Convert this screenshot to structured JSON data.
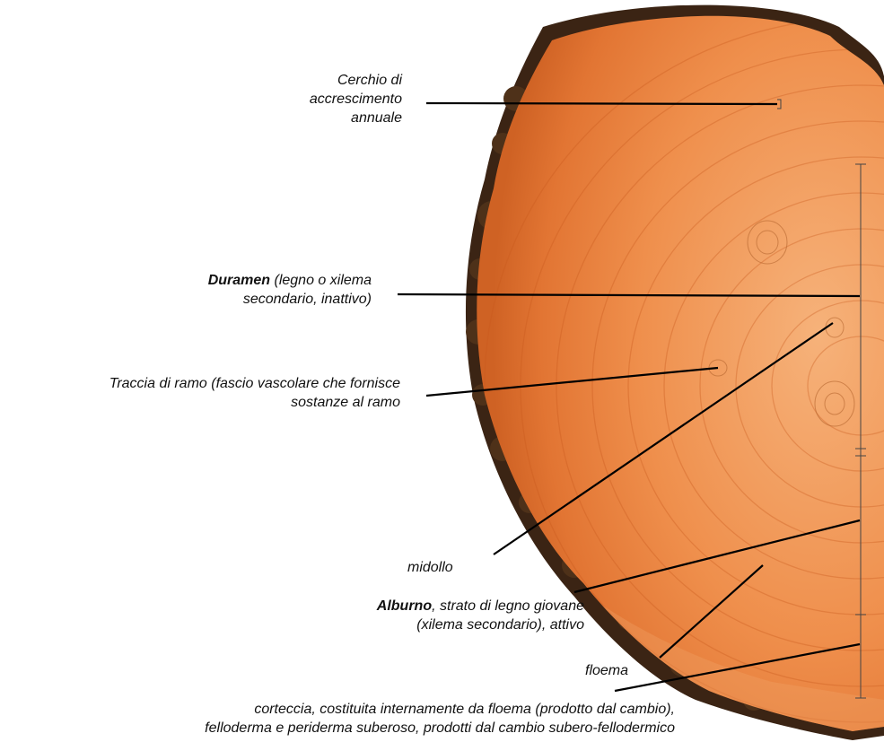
{
  "labels": {
    "cerchio": [
      "Cerchio di",
      "accrescimento",
      "annuale"
    ],
    "duramen": {
      "bold": "Duramen",
      "rest": " (legno o xilema",
      "line2": "secondario, inattivo)"
    },
    "traccia": [
      "Traccia di ramo (fascio vascolare che fornisce",
      "sostanze al ramo"
    ],
    "midollo": "midollo",
    "alburno": {
      "bold": "Alburno",
      "rest": ", strato di legno giovane",
      "line2": "(xilema secondario), attivo"
    },
    "floema": "floema",
    "corteccia": [
      "corteccia, costituita internamente da floema (prodotto dal cambio),",
      "felloderma e periderma suberoso, prodotti dal cambio subero-fellodermico"
    ]
  },
  "colors": {
    "wood_light": "#f4a463",
    "wood_mid": "#e9803f",
    "wood_dark": "#c95a1c",
    "bark": "#3b2414",
    "leader": "#000000"
  }
}
